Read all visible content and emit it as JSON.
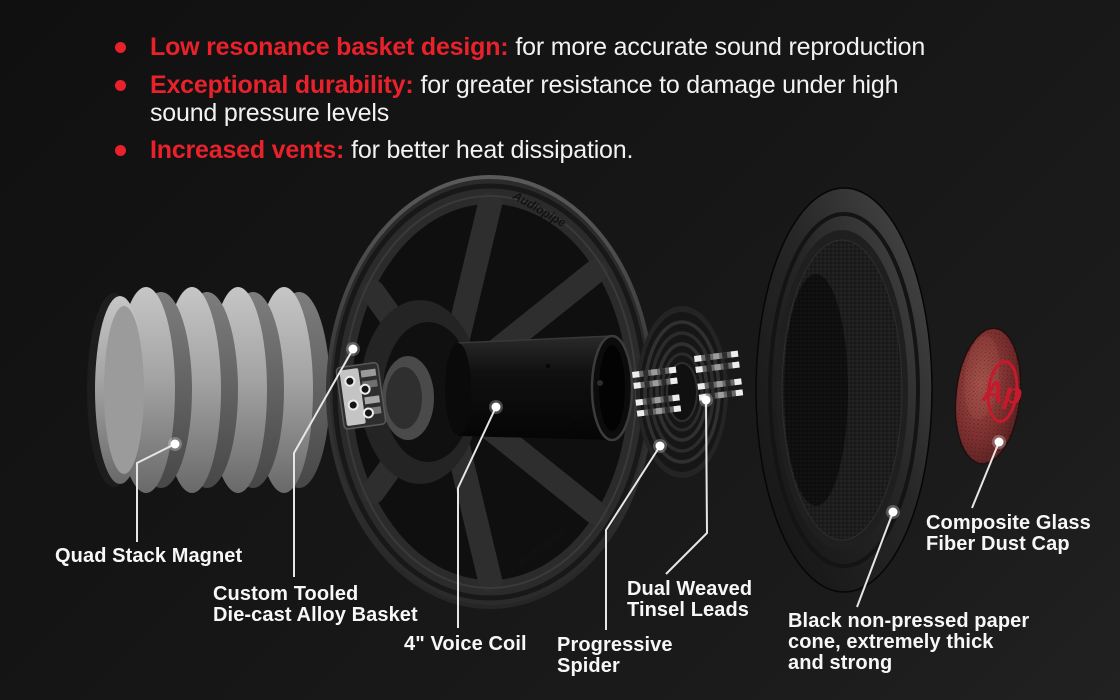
{
  "colors": {
    "background": "#161616",
    "accent_red": "#e8212b",
    "text_white": "#f2f2f2",
    "label_white": "#f7f7f7",
    "callout_line": "#e6e6e6",
    "dust_cap_red": "#8f3a36",
    "logo_red": "#c51a2c"
  },
  "icons": {
    "bullet": "filled-circle",
    "callout_dot": "filled-circle"
  },
  "features": {
    "items": [
      {
        "label": "Low resonance basket design:",
        "text": "for more accurate sound reproduction"
      },
      {
        "label": "Exceptional durability:",
        "text": "for greater resistance to damage under high\nsound pressure levels"
      },
      {
        "label": "Increased vents:",
        "text": "for better heat dissipation."
      }
    ]
  },
  "diagram": {
    "labels": {
      "magnet": "Quad Stack Magnet",
      "basket": "Custom Tooled\nDie-cast Alloy Basket",
      "voice_coil": "4\" Voice Coil",
      "spider": "Progressive\nSpider",
      "tinsel_leads": "Dual Weaved\nTinsel Leads",
      "cone": "Black non-pressed paper\ncone, extremely thick\nand strong",
      "dust_cap": "Composite Glass\nFiber Dust Cap"
    },
    "brand": {
      "rim_text": "Audiopipe",
      "logo_text": "Ap"
    }
  }
}
